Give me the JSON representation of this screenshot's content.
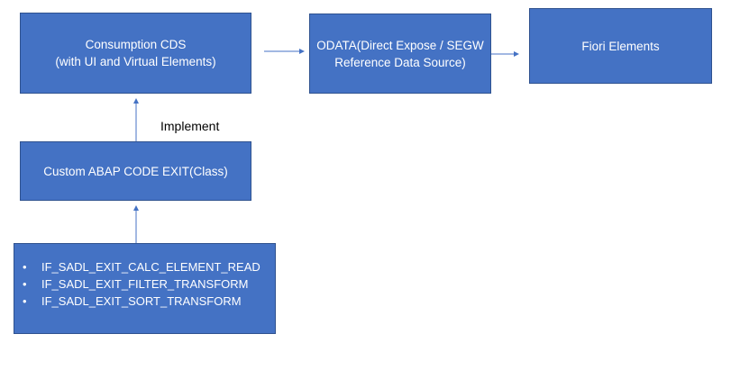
{
  "boxes": {
    "consumption": {
      "line1": "Consumption CDS",
      "line2": "(with UI and Virtual Elements)"
    },
    "odata": {
      "line1": "ODATA(Direct Expose / SEGW",
      "line2": "Reference Data Source)"
    },
    "fiori": {
      "line1": "Fiori Elements"
    },
    "custom_exit": {
      "line1": "Custom ABAP CODE EXIT(Class)"
    },
    "interfaces": {
      "bullet": "•",
      "items": [
        "IF_SADL_EXIT_CALC_ELEMENT_READ",
        "IF_SADL_EXIT_FILTER_TRANSFORM",
        "IF_SADL_EXIT_SORT_TRANSFORM"
      ]
    }
  },
  "labels": {
    "implement": "Implement"
  },
  "colors": {
    "box_fill": "#4472c4",
    "box_border": "#2f528f",
    "connector": "#4472c4"
  }
}
